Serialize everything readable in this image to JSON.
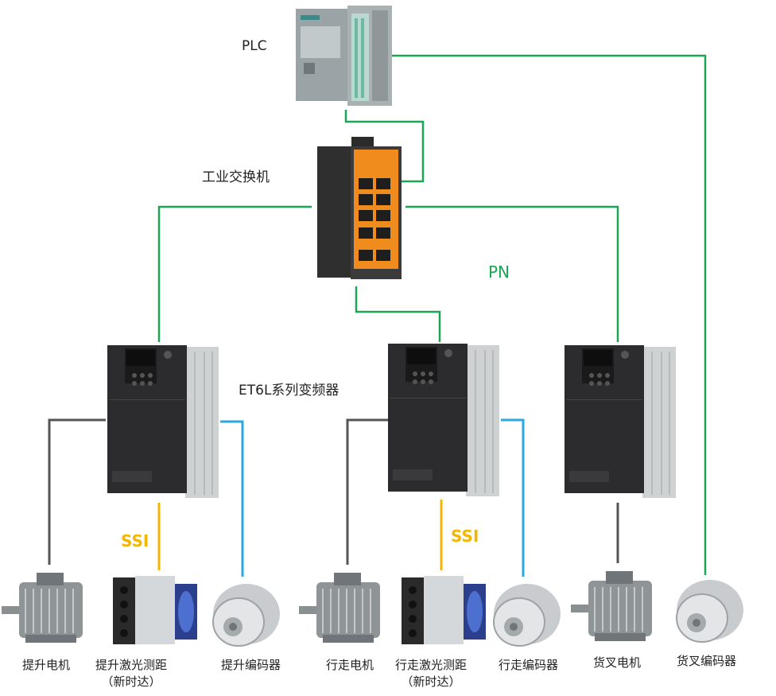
{
  "labels": {
    "plc": "PLC",
    "switch": "工业交换机",
    "pn": "PN",
    "vfd_series": "ET6L系列变频器",
    "ssi_1": "SSI",
    "ssi_2": "SSI"
  },
  "devices": [
    {
      "label": "提升电机",
      "sub": ""
    },
    {
      "label": "提升激光测距",
      "sub": "（新时达）"
    },
    {
      "label": "提升编码器",
      "sub": ""
    },
    {
      "label": "行走电机",
      "sub": ""
    },
    {
      "label": "行走激光测距",
      "sub": "（新时达）"
    },
    {
      "label": "行走编码器",
      "sub": ""
    },
    {
      "label": "货叉电机",
      "sub": ""
    },
    {
      "label": "货叉编码器",
      "sub": ""
    }
  ],
  "colors": {
    "profinet": "#1aa653",
    "ssi": "#f2b705",
    "encoder": "#29a9df",
    "motor": "#555555"
  }
}
